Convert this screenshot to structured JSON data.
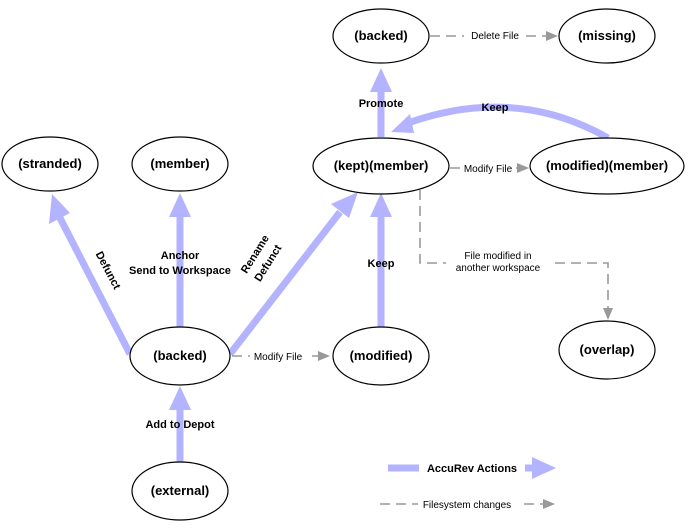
{
  "nodes": {
    "backed_top": "(backed)",
    "missing": "(missing)",
    "stranded": "(stranded)",
    "member": "(member)",
    "kept_member": "(kept)(member)",
    "modified_member": "(modified)(member)",
    "backed_mid": "(backed)",
    "modified": "(modified)",
    "overlap": "(overlap)",
    "external": "(external)"
  },
  "actions": {
    "promote": "Promote",
    "keep_top": "Keep",
    "defunct": "Defunct",
    "anchor": "Anchor",
    "send_to_workspace": "Send to Workspace",
    "rename": "Rename",
    "rename_defunct": "Defunct",
    "keep_mid": "Keep",
    "add_to_depot": "Add to Depot"
  },
  "fs_changes": {
    "delete_file": "Delete File",
    "modify_file_top": "Modify File",
    "modify_file_mid": "Modify File",
    "file_modified_line1": "File modified in",
    "file_modified_line2": "another workspace"
  },
  "legend": {
    "accurev_actions": "AccuRev Actions",
    "filesystem_changes": "Filesystem changes"
  },
  "colors": {
    "accurev_action": "#b3b3ff",
    "filesystem_change": "#999999"
  }
}
